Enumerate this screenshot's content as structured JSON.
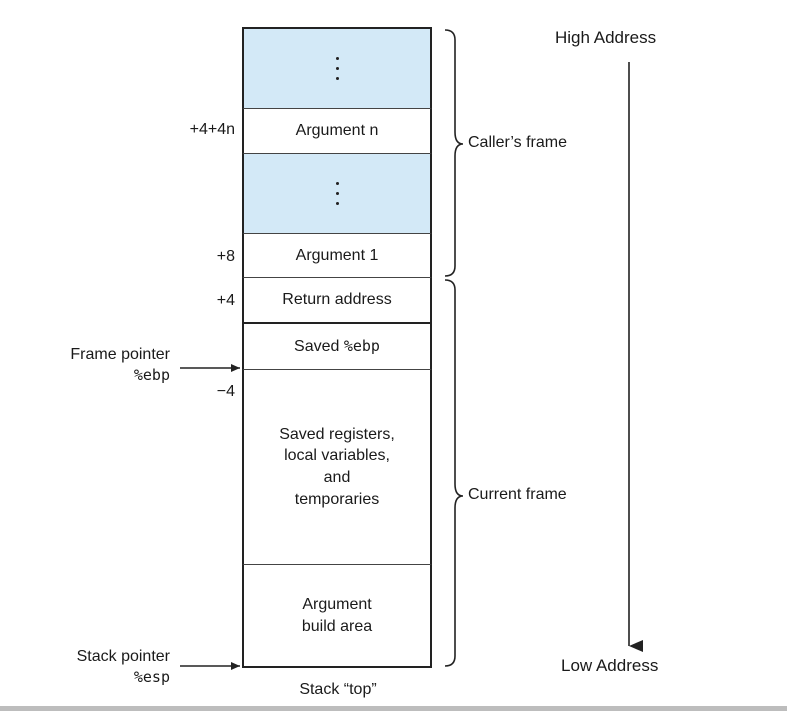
{
  "axis": {
    "high_label": "High Address",
    "low_label": "Low Address"
  },
  "frames": {
    "caller": "Caller’s frame",
    "current": "Current  frame"
  },
  "cells": {
    "argument_n": "Argument n",
    "argument_1": "Argument 1",
    "return_address": "Return address",
    "saved_ebp_prefix": "Saved ",
    "saved_ebp_reg": "%ebp",
    "saved_registers": [
      "Saved registers,",
      "local variables,",
      "and",
      "temporaries"
    ],
    "argument_build": [
      "Argument",
      "build area"
    ]
  },
  "offsets": {
    "argument_n": "+4+4n",
    "argument_1": "+8",
    "return_address": "+4",
    "minus4": "−4"
  },
  "pointers": {
    "frame_label": "Frame pointer",
    "frame_reg": "%ebp",
    "stack_label": "Stack pointer",
    "stack_reg": "%esp"
  },
  "stack_top": "Stack “top”",
  "colors": {
    "ellipsis_fill": "#d3e9f7",
    "stroke": "#222222"
  }
}
